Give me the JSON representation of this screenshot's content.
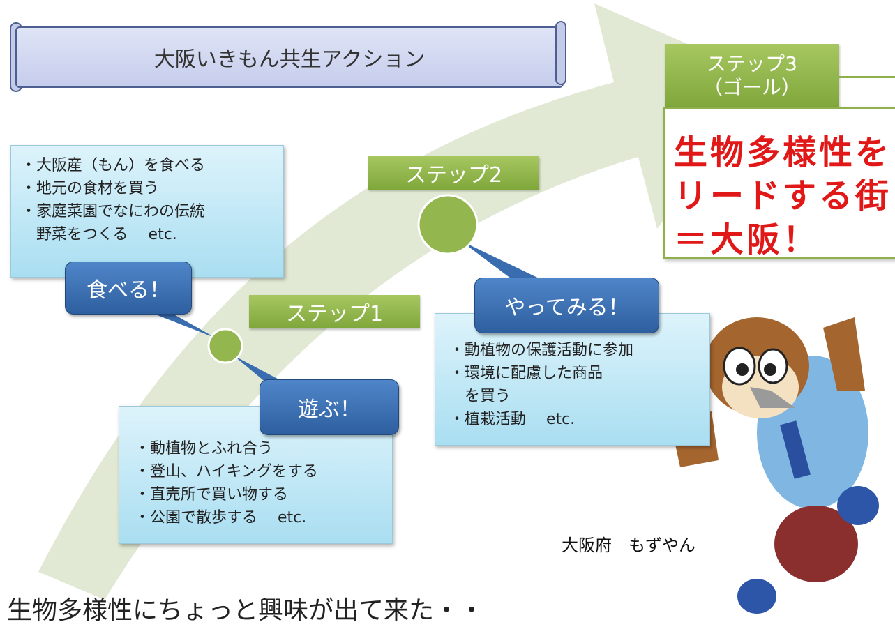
{
  "title": "大阪いきもん共生アクション",
  "steps": {
    "step1": "ステップ1",
    "step2": "ステップ2",
    "step3_line1": "ステップ3",
    "step3_line2": "（ゴール）"
  },
  "goal": {
    "line1": "生物多様性を",
    "line2": "リードする街",
    "line3": "＝大阪！"
  },
  "callouts": {
    "eat": "食べる！",
    "play": "遊ぶ！",
    "try": "やってみる！"
  },
  "boxes": {
    "eat": [
      "大阪産（もん）を食べる",
      "地元の食材を買う",
      "家庭菜園でなにわの伝統",
      "野菜をつくる　 etc."
    ],
    "play": [
      "動植物とふれ合う",
      "登山、ハイキングをする",
      "直売所で買い物する",
      "公園で散歩する　  etc."
    ],
    "try": [
      "動植物の保護活動に参加",
      "環境に配慮した商品",
      "を買う",
      "植栽活動　  etc."
    ]
  },
  "caption": "大阪府　もずやん",
  "bottom_text": "生物多様性にちょっと興味が出て来た・・",
  "colors": {
    "arrow": "#dfe8d0",
    "step_green": "#8db04b",
    "goal_red": "#e11818",
    "callout_blue": "#3a6db0",
    "box_blue": "#bfe7f5"
  }
}
